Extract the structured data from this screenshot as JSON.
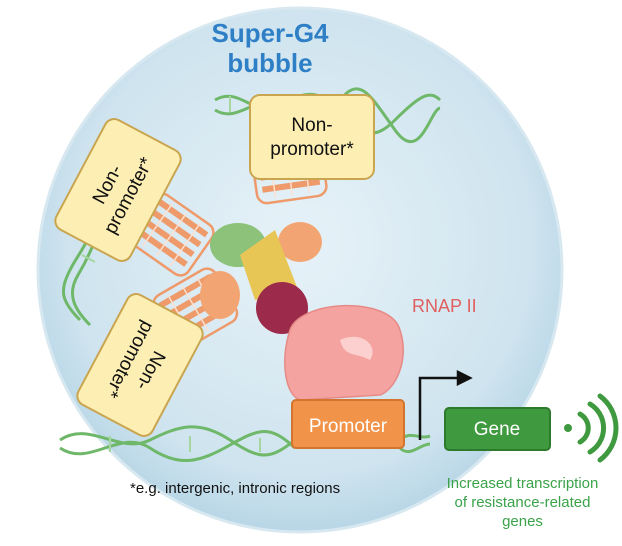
{
  "title_line1": "Super-G4",
  "title_line2": "bubble",
  "non_promoter_top": [
    "Non-",
    "promoter*"
  ],
  "non_promoter_left": [
    "Non-",
    "promoter*"
  ],
  "non_promoter_bottom": [
    "Non-",
    "promoter*"
  ],
  "rnap_label": "RNAP II",
  "promoter_label": "Promoter",
  "gene_label": "Gene",
  "footnote": "*e.g. intergenic, intronic regions",
  "outcome_line1": "Increased transcription",
  "outcome_line2": "of resistance-related",
  "outcome_line3": "genes",
  "colors": {
    "bubble": "#cfe4ef",
    "dna": "#6fb86a",
    "g4": "#ee9a6a",
    "note_fill": "#fdefb4",
    "note_stroke": "#c9a550",
    "promoter": "#f2934a",
    "gene": "#3f9a3f",
    "rnap": "#f4a3a0",
    "title": "#2f7fc6"
  }
}
